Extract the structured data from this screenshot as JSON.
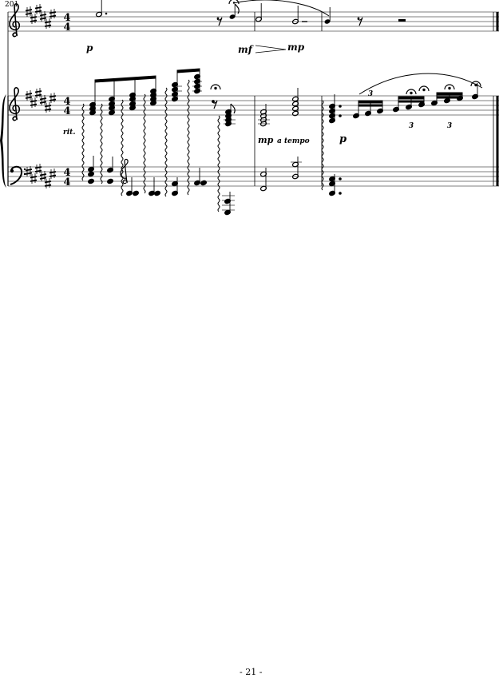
{
  "page": {
    "measure_number": "201",
    "page_number": "- 21 -"
  },
  "score": {
    "key_signature": "6 sharps",
    "time_signature": {
      "top": "4",
      "bottom": "4"
    },
    "markings": {
      "voice_p": "p",
      "voice_mf": "mf",
      "voice_mp": "mp",
      "piano_rit": "rit.",
      "piano_mp": "mp",
      "piano_a_tempo": "a tempo",
      "piano_p": "p",
      "triplet_a": "3",
      "triplet_b": "3",
      "triplet_c": "3"
    }
  },
  "icons": [
    "treble-clef-icon",
    "bass-clef-icon",
    "sharp-icon",
    "fermata-icon",
    "arpeggio-icon",
    "brace-icon"
  ]
}
